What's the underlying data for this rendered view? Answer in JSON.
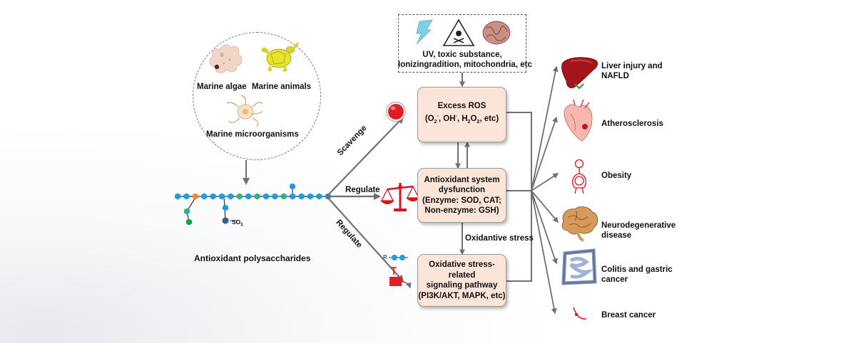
{
  "sources": {
    "algae": "Marine algae",
    "animals": "Marine animals",
    "microorganisms": "Marine microorganisms"
  },
  "polysaccharides": {
    "label": "Antioxidant polysaccharides",
    "so3": "SO",
    "so3_sub": "3"
  },
  "actions": {
    "scavenge": "Scavenge",
    "regulate": "Regulate",
    "regulate2": "Regulate"
  },
  "triggers": {
    "line1": "UV, toxic substance,",
    "line2": "Ionizingradition, mitochondria, etc"
  },
  "ros_box": {
    "title": "Excess ROS",
    "o2": "(O",
    "o2_sub": "2",
    "o2_sup": "-",
    "oh": ", OH",
    "oh_sup": "-",
    "h2o2_a": ", H",
    "h2o2_sub1": "2",
    "h2o2_b": "O",
    "h2o2_sub2": "2",
    "h2o2_end": ", etc)"
  },
  "antioxidant_box": {
    "line1": "Antioxidant system",
    "line2": "dysfunction",
    "line3": "(Enzyme: SOD, CAT;",
    "line4": "Non-enzyme: GSH)"
  },
  "stress_label": "Oxidantive stress",
  "pathway_box": {
    "line1": "Oxidative stress-related",
    "line2": "signaling pathway",
    "line3": "(PI3K/AKT, MAPK, etc)"
  },
  "pathway_icon_label": "R",
  "diseases": {
    "liver_1": "Liver injury and",
    "liver_2": "NAFLD",
    "athero": "Atherosclerosis",
    "obesity": "Obesity",
    "neuro_1": "Neurodegenerative",
    "neuro_2": "disease",
    "colitis_1": "Colitis and gastric",
    "colitis_2": "cancer",
    "breast": "Breast cancer"
  },
  "colors": {
    "box_fill": "#fbe5d8",
    "arrow": "#707070",
    "chain_blue": "#1e9ee0",
    "chain_teal": "#2bb38a",
    "chain_orange": "#f08a2c",
    "chain_green": "#1aa04a",
    "accent_red": "#d9141c"
  },
  "icons": {
    "lightning": "uv-lightning-icon",
    "toxic": "toxic-hazard-icon",
    "mitochondria": "mitochondria-icon",
    "ros_cell": "ros-cell-icon",
    "scales": "balance-scale-icon",
    "liver": "liver-icon",
    "heart": "heart-icon",
    "body": "obesity-body-icon",
    "brain": "brain-icon",
    "intestine": "intestine-icon",
    "breast": "breast-icon"
  }
}
